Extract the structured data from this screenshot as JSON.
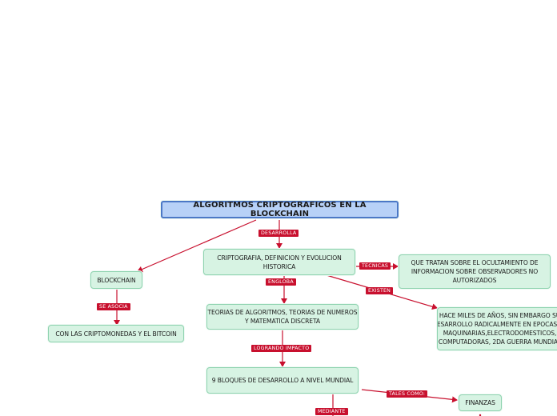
{
  "root": {
    "title": "ALGORITMOS CRIPTOGRAFICOS EN LA BLOCKCHAIN"
  },
  "nodes": {
    "criptografia": "CRIPTOGRAFIA, DEFINICION Y EVOLUCION HISTORICA",
    "blockchain": "BLOCKCHAIN",
    "criptomonedas": "CON LAS CRIPTOMONEDAS Y EL BITCOIN",
    "teorias": "TEORIAS DE ALGORITMOS, TEORIAS DE NUMEROS Y MATEMATICA DISCRETA",
    "bloques": "9 BLOQUES DE DESARROLLO A NIVEL MUNDIAL",
    "ocultamiento": "QUE TRATAN SOBRE EL OCULTAMIENTO DE INFORMACION SOBRE OBSERVADORES NO AUTORIZADOS",
    "historia": "HACE MILES DE AÑOS, SIN EMBARGO SU DESARROLLO RADICALMENTE EN EPOCAS DE MAQUINARIAS,ELECTRODOMESTICOS, COMPUTADORAS, 2DA GUERRA MUNDIAL",
    "finanzas": "FINANZAS"
  },
  "labels": {
    "desarrolla": "DESARROLLA",
    "se_asocia": "SE ASOCIA",
    "engloba": "ENGLOBA",
    "tecnicas": "TECNICAS",
    "existen": "EXISTEN",
    "logrando_impacto": "LOGRANDO IMPACTO",
    "tales_como": "TALES COMO:",
    "mediante": "MEDIANTE"
  },
  "colors": {
    "connector": "#c8102e",
    "node_fill": "#d7f3e3",
    "node_border": "#8fd3b0",
    "root_fill": "#b7d1f7",
    "root_border": "#4b78c6"
  }
}
